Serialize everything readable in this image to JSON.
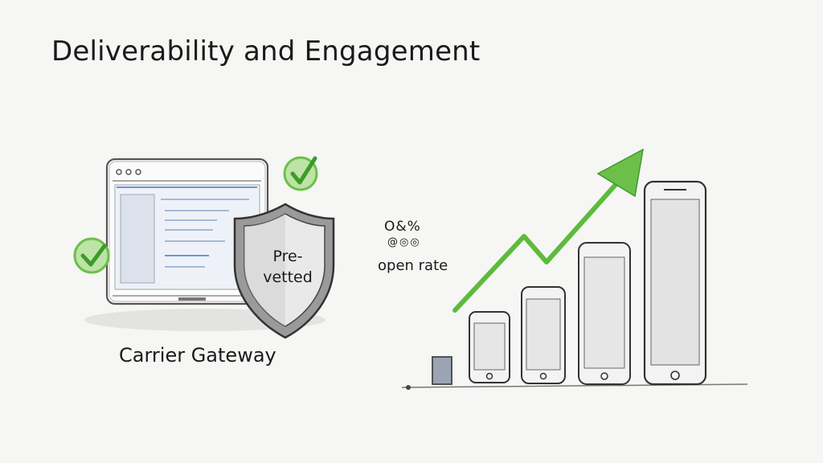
{
  "title": "Deliverability and Engagement",
  "gateway": {
    "label": "Carrier Gateway",
    "shield_line1": "Pre-",
    "shield_line2": "vetted"
  },
  "engagement": {
    "metric_value": "O&%",
    "metric_sub": "@◎◎",
    "metric_label": "open rate"
  },
  "colors": {
    "check_green": "#6cc04a",
    "arrow_green": "#5dbb3c",
    "pencil": "#4a4a4a",
    "screen_blue": "#9fb8dc"
  },
  "icons": [
    "laptop-icon",
    "shield-icon",
    "checkmark-icon",
    "checkmark-icon",
    "phone-icon",
    "trend-arrow-icon"
  ]
}
